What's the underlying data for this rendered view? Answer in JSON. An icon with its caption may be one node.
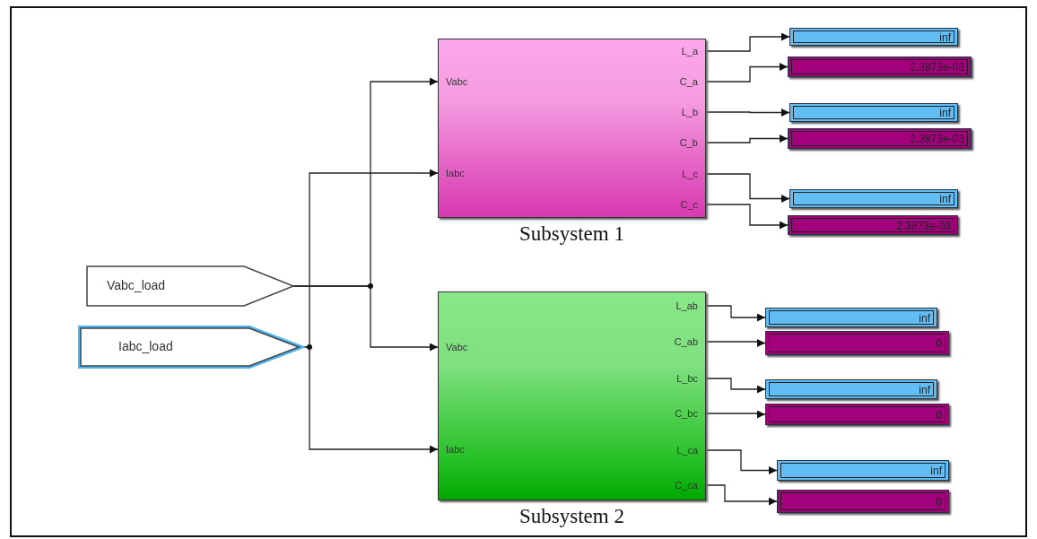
{
  "diagram": {
    "nodes": [
      {
        "text": [
          "Vabc_load"
        ]
      },
      {
        "text": [
          "Iabc_load"
        ]
      },
      {
        "text": [
          "Subsystem 1",
          "Vabc",
          "Iabc",
          "L_a",
          "C_a",
          "L_b",
          "C_b",
          "L_c",
          "C_c"
        ]
      },
      {
        "text": [
          "Subsystem 2",
          "Vabc",
          "Iabc",
          "L_ab",
          "C_ab",
          "L_bc",
          "C_bc",
          "L_ca",
          "C_ca"
        ]
      },
      {
        "text": [
          "inf"
        ]
      },
      {
        "text": [
          "2.3873e-03"
        ]
      },
      {
        "text": [
          "inf"
        ]
      },
      {
        "text": [
          "2.3873e-03"
        ]
      },
      {
        "text": [
          "inf"
        ]
      },
      {
        "text": [
          "2.3873e-03"
        ]
      },
      {
        "text": [
          "inf"
        ]
      },
      {
        "text": [
          "0"
        ]
      },
      {
        "text": [
          "inf"
        ]
      },
      {
        "text": [
          "0"
        ]
      },
      {
        "text": [
          "inf"
        ]
      },
      {
        "text": [
          "0"
        ]
      }
    ],
    "edges": [
      {
        "from": 0,
        "to": 2,
        "arrow": "to"
      },
      {
        "from": 0,
        "to": 3,
        "arrow": "to"
      },
      {
        "from": 1,
        "to": 2,
        "arrow": "to"
      },
      {
        "from": 1,
        "to": 3,
        "arrow": "to"
      },
      {
        "from": 2,
        "to": 4,
        "arrow": "to"
      },
      {
        "from": 2,
        "to": 5,
        "arrow": "to"
      },
      {
        "from": 2,
        "to": 6,
        "arrow": "to"
      },
      {
        "from": 2,
        "to": 7,
        "arrow": "to"
      },
      {
        "from": 2,
        "to": 8,
        "arrow": "to"
      },
      {
        "from": 2,
        "to": 9,
        "arrow": "to"
      },
      {
        "from": 3,
        "to": 10,
        "arrow": "to"
      },
      {
        "from": 3,
        "to": 11,
        "arrow": "to"
      },
      {
        "from": 3,
        "to": 12,
        "arrow": "to"
      },
      {
        "from": 3,
        "to": 13,
        "arrow": "to"
      },
      {
        "from": 3,
        "to": 14,
        "arrow": "to"
      },
      {
        "from": 3,
        "to": 15,
        "arrow": "to"
      }
    ]
  }
}
